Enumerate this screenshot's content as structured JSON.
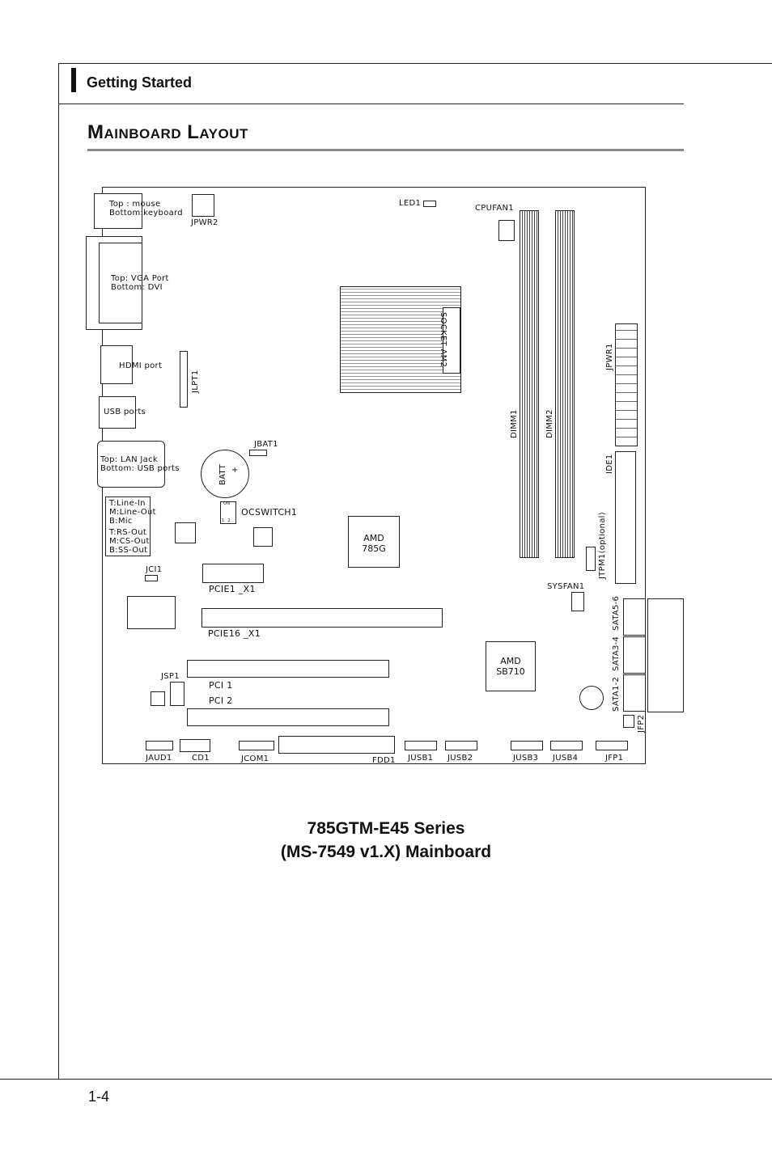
{
  "header": {
    "section": "Getting Started"
  },
  "page_title": "Mainboard Layout",
  "board": {
    "ps2": "Top : mouse\nBottom:keyboard",
    "jpwr2": "JPWR2",
    "led1": "LED1",
    "cpufan1": "CPUFAN1",
    "vga_dvi": "Top: VGA Port\nBottom: DVI",
    "socket": "SOCKET AM2",
    "jpwr1": "JPWR1",
    "hdmi": "HDMI port",
    "jlpt1": "JLPT1",
    "usb_ports": "USB ports",
    "dimm1": "DIMM1",
    "dimm2": "DIMM2",
    "jbat1": "JBAT1",
    "lan_usb": "Top: LAN Jack\nBottom: USB ports",
    "batt": "BATT",
    "batt_plus": "+",
    "ide1": "IDE1",
    "audio1": "T:Line-In\nM:Line-Out\nB:Mic",
    "audio2": "T:RS-Out\nM:CS-Out\nB:SS-Out",
    "ocswitch1": "OCSWITCH1",
    "dip_on": "ON",
    "dip_nums": "1  2",
    "amd785g": "AMD\n785G",
    "jtpm1": "JTPM1(optional)",
    "jci1": "JCI1",
    "pcie1": "PCIE1 _X1",
    "sysfan1": "SYSFAN1",
    "sata56": "SATA5-6",
    "pcie16": "PCIE16 _X1",
    "sata34": "SATA3-4",
    "amdsb710": "AMD\nSB710",
    "jsp1": "JSP1",
    "pci1": "PCI 1",
    "pci2": "PCI 2",
    "sata12": "SATA1-2",
    "jfp2": "JFP2",
    "jaud1": "JAUD1",
    "cd1": "CD1",
    "jcom1": "JCOM1",
    "fdd1": "FDD1",
    "jusb1": "JUSB1",
    "jusb2": "JUSB2",
    "jusb3": "JUSB3",
    "jusb4": "JUSB4",
    "jfp1": "JFP1"
  },
  "caption": {
    "line1": "785GTM-E45 Series",
    "line2": "(MS-7549 v1.X) Mainboard"
  },
  "page_number": "1-4"
}
